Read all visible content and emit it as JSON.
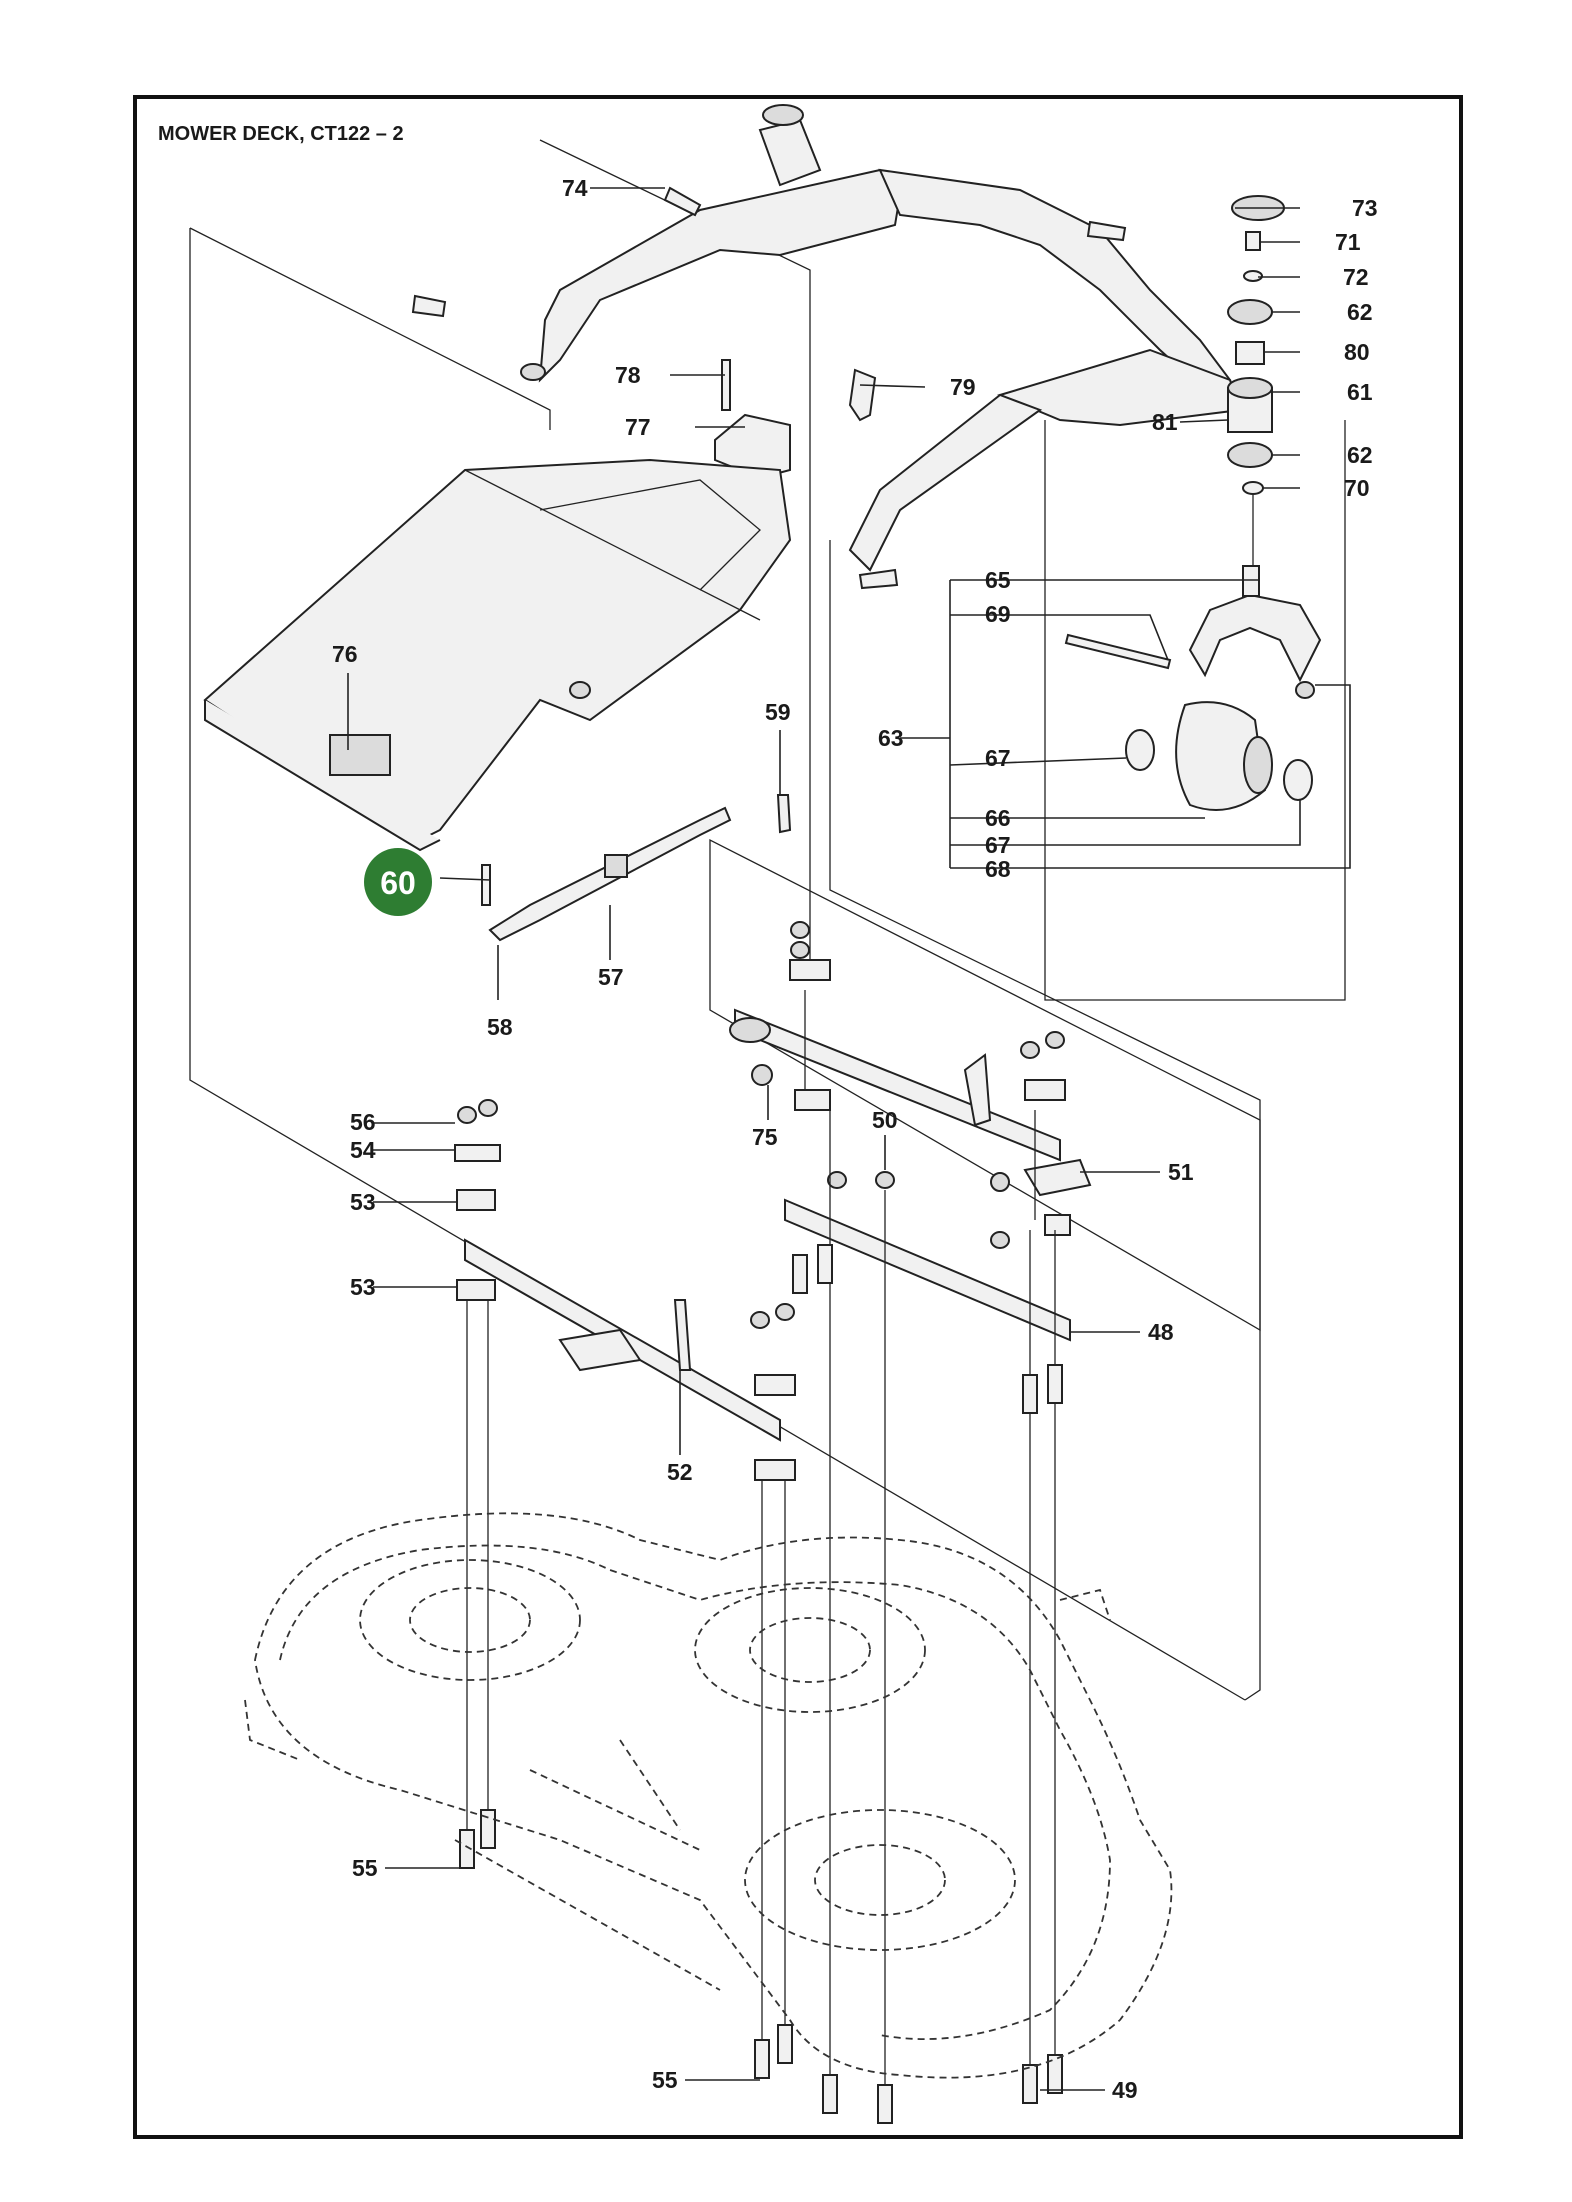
{
  "title": "MOWER DECK, CT122 – 2",
  "highlight": {
    "part": "60",
    "color": "#2e7d32"
  },
  "labels": {
    "p74": "74",
    "p73": "73",
    "p71": "71",
    "p72": "72",
    "p62a": "62",
    "p80": "80",
    "p61": "61",
    "p81": "81",
    "p62b": "62",
    "p70": "70",
    "p78": "78",
    "p77": "77",
    "p79": "79",
    "p76": "76",
    "p59": "59",
    "p65": "65",
    "p69": "69",
    "p63": "63",
    "p67a": "67",
    "p66": "66",
    "p67b": "67",
    "p68": "68",
    "p57": "57",
    "p58": "58",
    "p75": "75",
    "p56": "56",
    "p54": "54",
    "p53a": "53",
    "p53b": "53",
    "p50": "50",
    "p51": "51",
    "p48": "48",
    "p52": "52",
    "p55a": "55",
    "p55b": "55",
    "p49": "49"
  },
  "colors": {
    "frame": "#111111",
    "ink": "#222222",
    "highlight": "#2e7d32"
  }
}
